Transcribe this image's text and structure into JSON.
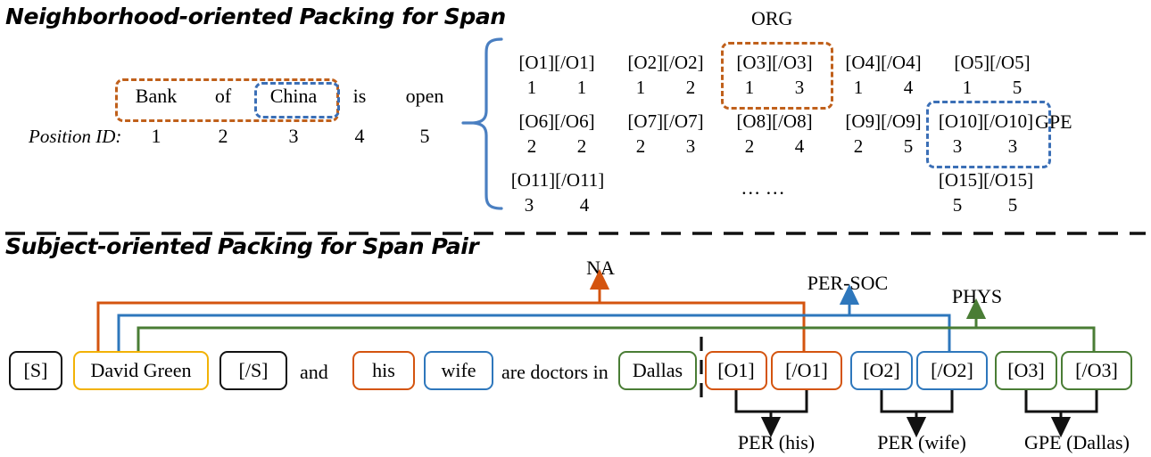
{
  "figure": {
    "panel1": {
      "title": "Neighborhood-oriented Packing for Span",
      "position_id_label": "Position ID:",
      "sentence": [
        {
          "word": "Bank",
          "pid": "1"
        },
        {
          "word": "of",
          "pid": "2"
        },
        {
          "word": "China",
          "pid": "3"
        },
        {
          "word": "is",
          "pid": "4"
        },
        {
          "word": "open",
          "pid": "5"
        }
      ],
      "span_highlight_org": "Bank of China",
      "span_highlight_gpe": "China",
      "entity_tag_org": "ORG",
      "entity_tag_gpe": "GPE",
      "ellipsis": "… …",
      "token_grid": [
        [
          {
            "open": "[O1]",
            "close": "[/O1]",
            "pos_start": "1",
            "pos_end": "1",
            "mark": "none"
          },
          {
            "open": "[O2]",
            "close": "[/O2]",
            "pos_start": "1",
            "pos_end": "2",
            "mark": "none"
          },
          {
            "open": "[O3]",
            "close": "[/O3]",
            "pos_start": "1",
            "pos_end": "3",
            "mark": "org"
          },
          {
            "open": "[O4]",
            "close": "[/O4]",
            "pos_start": "1",
            "pos_end": "4",
            "mark": "none"
          },
          {
            "open": "[O5]",
            "close": "[/O5]",
            "pos_start": "1",
            "pos_end": "5",
            "mark": "none"
          }
        ],
        [
          {
            "open": "[O6]",
            "close": "[/O6]",
            "pos_start": "2",
            "pos_end": "2",
            "mark": "none"
          },
          {
            "open": "[O7]",
            "close": "[/O7]",
            "pos_start": "2",
            "pos_end": "3",
            "mark": "none"
          },
          {
            "open": "[O8]",
            "close": "[/O8]",
            "pos_start": "2",
            "pos_end": "4",
            "mark": "none"
          },
          {
            "open": "[O9]",
            "close": "[/O9]",
            "pos_start": "2",
            "pos_end": "5",
            "mark": "none"
          },
          {
            "open": "[O10]",
            "close": "[/O10]",
            "pos_start": "3",
            "pos_end": "3",
            "mark": "gpe"
          }
        ],
        [
          {
            "open": "[O11]",
            "close": "[/O11]",
            "pos_start": "3",
            "pos_end": "4",
            "mark": "none"
          },
          {
            "open": "[O15]",
            "close": "[/O15]",
            "pos_start": "5",
            "pos_end": "5",
            "mark": "none"
          }
        ]
      ]
    },
    "panel2": {
      "title": "Subject-oriented Packing for Span Pair",
      "tokens": [
        {
          "text": "[S]",
          "color": "black"
        },
        {
          "text": "David Green",
          "color": "yellow"
        },
        {
          "text": "[/S]",
          "color": "black"
        },
        {
          "text": "and",
          "color": "none"
        },
        {
          "text": "his",
          "color": "orange"
        },
        {
          "text": "wife",
          "color": "blue"
        },
        {
          "text": "are doctors in",
          "color": "none"
        },
        {
          "text": "Dallas",
          "color": "green"
        },
        {
          "text": "[O1]",
          "color": "orange"
        },
        {
          "text": "[/O1]",
          "color": "orange"
        },
        {
          "text": "[O2]",
          "color": "blue"
        },
        {
          "text": "[/O2]",
          "color": "blue"
        },
        {
          "text": "[O3]",
          "color": "green"
        },
        {
          "text": "[/O3]",
          "color": "green"
        }
      ],
      "relations": [
        {
          "label": "NA",
          "color": "orange"
        },
        {
          "label": "PER-SOC",
          "color": "blue"
        },
        {
          "label": "PHYS",
          "color": "green"
        }
      ],
      "entity_outputs": [
        {
          "label": "PER (his)"
        },
        {
          "label": "PER (wife)"
        },
        {
          "label": "GPE (Dallas)"
        }
      ]
    },
    "colors": {
      "orange": "#D4540F",
      "dash_orange": "#C0601B",
      "blue": "#2E77BC",
      "dash_blue": "#3B6FB6",
      "green": "#4A7D35",
      "yellow": "#F2B206",
      "black": "#111111",
      "brace_blue": "#4A7FC1"
    }
  }
}
